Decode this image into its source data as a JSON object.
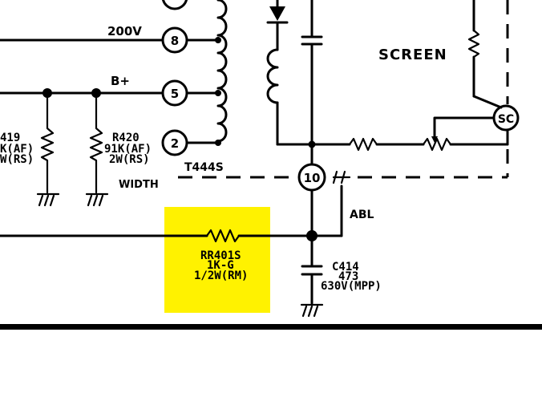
{
  "labels": {
    "v200": "200V",
    "bplus": "B+",
    "screen": "SCREEN",
    "sc": "SC",
    "pin8": "8",
    "pin5": "5",
    "pin2": "2",
    "pin10": "10",
    "transformer": "T444S",
    "width": "WIDTH",
    "abl": "ABL",
    "r419_a": "419",
    "r419_b": "K(AF)",
    "r419_c": "W(RS)",
    "r420_a": "R420",
    "r420_b": "91K(AF)",
    "r420_c": "2W(RS)",
    "rr401_a": "RR401S",
    "rr401_b": "1K-G",
    "rr401_c": "1/2W(RM)",
    "c414_a": "C414",
    "c414_b": "473",
    "c414_c": "630V(MPP)"
  },
  "colors": {
    "highlight": "#fff200",
    "ink": "#000000"
  }
}
